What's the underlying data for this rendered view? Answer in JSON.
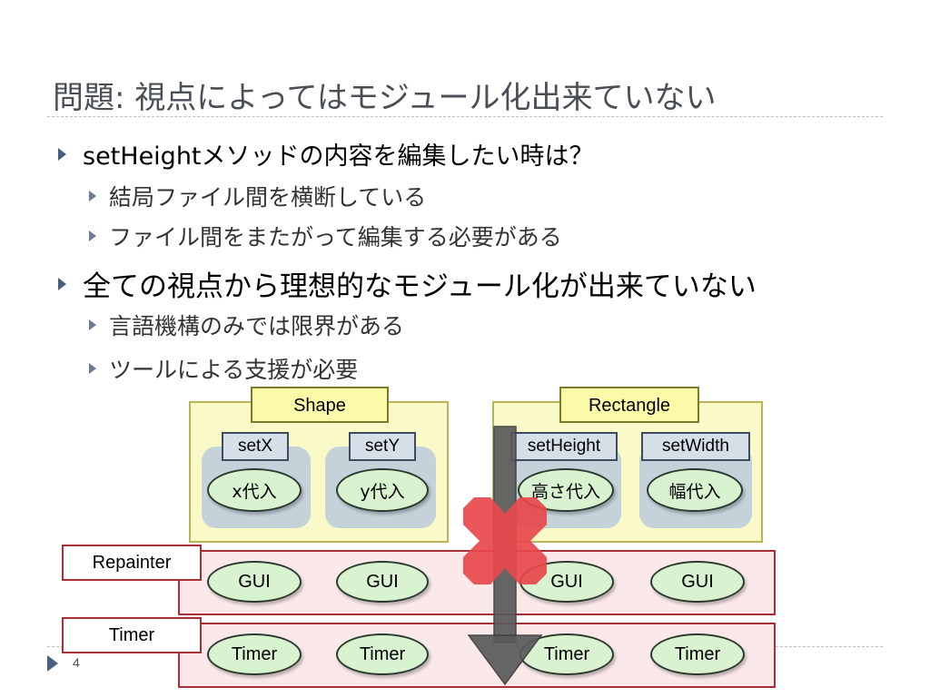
{
  "slide": {
    "title": "問題: 視点によってはモジュール化出来ていない",
    "page_number": "4"
  },
  "bullets": [
    {
      "text": "setHeightメソッドの内容を編集したい時は？",
      "children": [
        "結局ファイル間を横断している",
        "ファイル間をまたがって編集する必要がある"
      ]
    },
    {
      "text": "全ての視点から理想的なモジュール化が出来ていない",
      "children": [
        "言語機構のみでは限界がある",
        "ツールによる支援が必要"
      ]
    }
  ],
  "diagram": {
    "shape": {
      "label": "Shape",
      "methods": [
        {
          "name": "setX",
          "body": "x代入"
        },
        {
          "name": "setY",
          "body": "y代入"
        }
      ]
    },
    "rectangle": {
      "label": "Rectangle",
      "methods": [
        {
          "name": "setHeight",
          "body": "高さ代入"
        },
        {
          "name": "setWidth",
          "body": "幅代入"
        }
      ]
    },
    "repainter": {
      "label": "Repainter",
      "items": [
        "GUI",
        "GUI",
        "GUI",
        "GUI"
      ]
    },
    "timer": {
      "label": "Timer",
      "items": [
        "Timer",
        "Timer",
        "Timer",
        "Timer"
      ]
    }
  },
  "colors": {
    "class_fill": "#fafac8",
    "method_fill": "#c5d2da",
    "oval_fill": "#d9f2d0",
    "layer_border": "#a83038",
    "cross": "#e8484c",
    "arrow": "#5a5a5a"
  }
}
